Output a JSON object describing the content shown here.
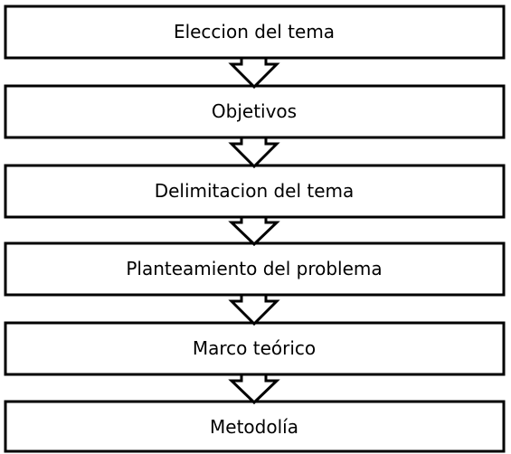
{
  "diagram": {
    "steps": [
      "Eleccion del tema",
      "Objetivos",
      "Delimitacion del tema",
      "Planteamiento del problema",
      "Marco teórico",
      "Metodolía"
    ],
    "colors": {
      "stroke": "#000000",
      "box_fill": "#ffffff",
      "text": "#000000"
    }
  }
}
